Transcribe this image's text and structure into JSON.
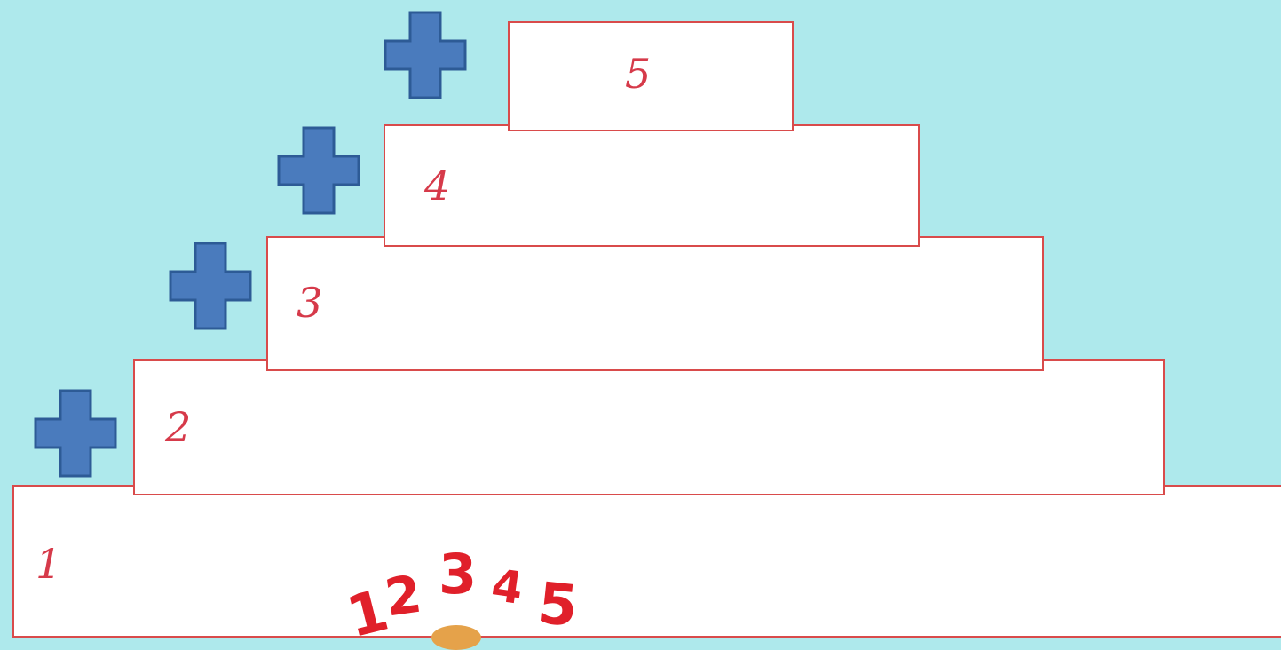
{
  "steps": [
    {
      "number": "1"
    },
    {
      "number": "2"
    },
    {
      "number": "3"
    },
    {
      "number": "4"
    },
    {
      "number": "5"
    }
  ],
  "counting_sticker": {
    "digits": [
      "1",
      "2",
      "3",
      "4",
      "5"
    ]
  },
  "colors": {
    "background": "#aee9ec",
    "step_fill": "#ffffff",
    "step_border": "#d94b4b",
    "step_number": "#d63a4a",
    "plus_fill": "#4a7bbd",
    "plus_outline": "#2d5b96",
    "sticker_digits": "#e0202a"
  },
  "icons": [
    "plus-icon",
    "plus-icon",
    "plus-icon",
    "plus-icon"
  ]
}
